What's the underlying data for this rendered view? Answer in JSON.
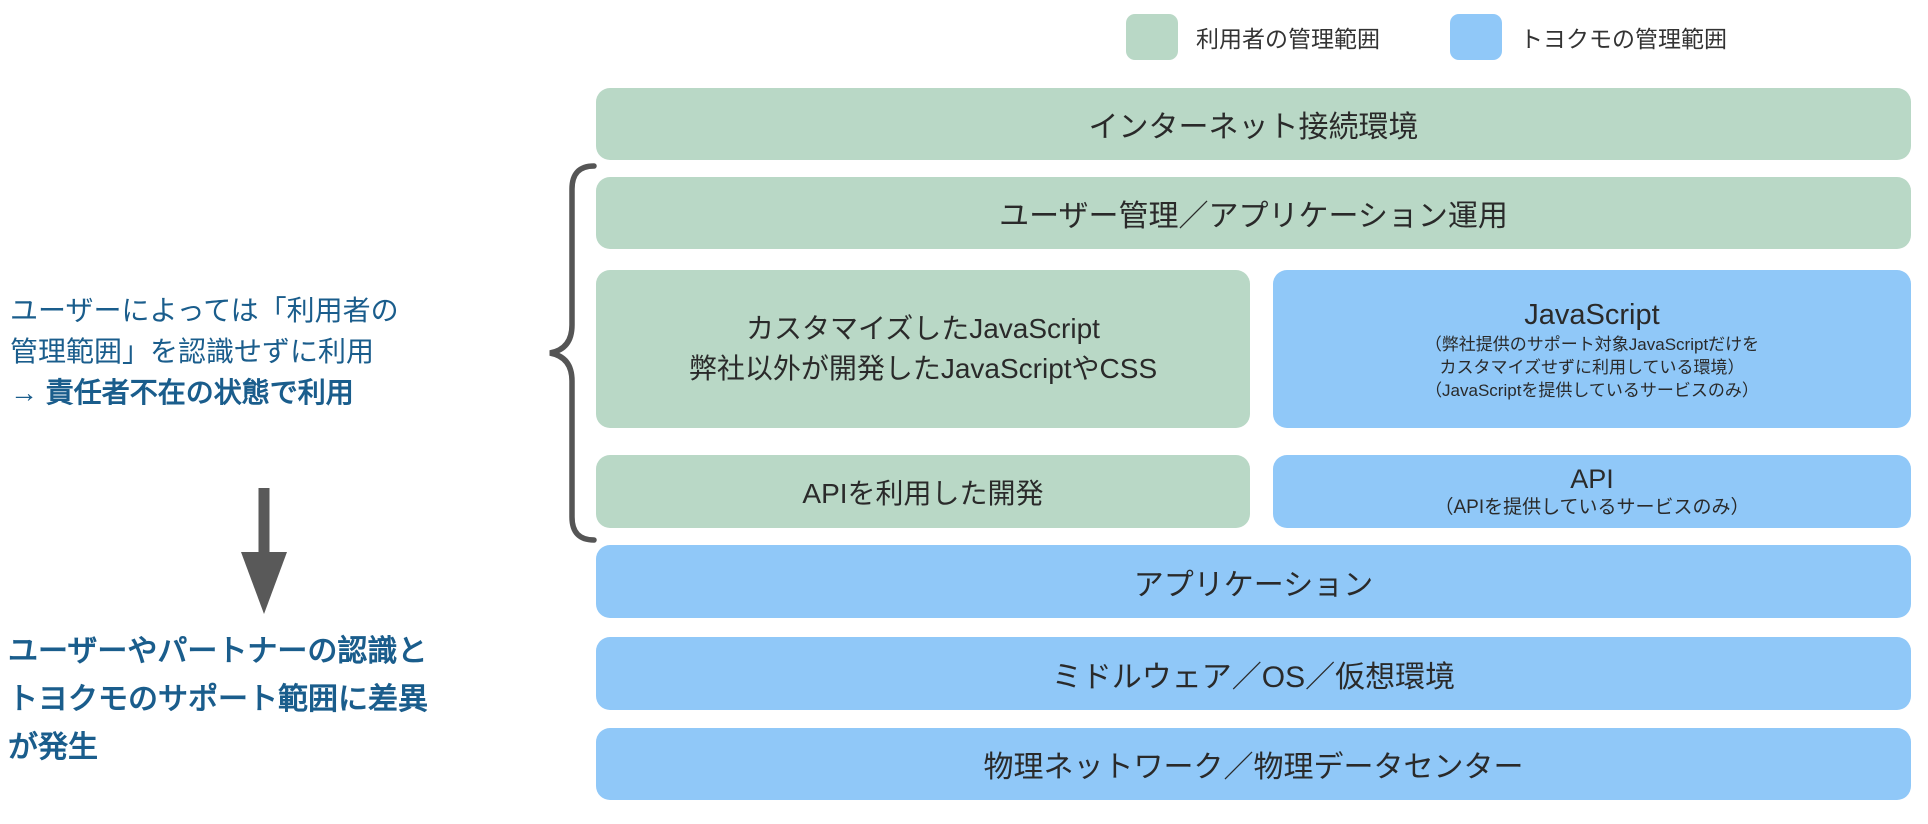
{
  "legend": {
    "items": [
      {
        "label": "利用者の管理範囲",
        "color": "#b9d8c6"
      },
      {
        "label": "トヨクモの管理範囲",
        "color": "#90c8f8"
      }
    ]
  },
  "stack": {
    "internet": "インターネット接続環境",
    "user_mgmt": "ユーザー管理／アプリケーション運用",
    "custom_js": {
      "line1": "カスタマイズしたJavaScript",
      "line2": "弊社以外が開発したJavaScriptやCSS"
    },
    "js": {
      "title": "JavaScript",
      "notes": [
        "（弊社提供のサポート対象JavaScriptだけを",
        "カスタマイズせずに利用している環境）",
        "（JavaScriptを提供しているサービスのみ）"
      ]
    },
    "api_dev": "APIを利用した開発",
    "api": {
      "title": "API",
      "note": "（APIを提供しているサービスのみ）"
    },
    "application": "アプリケーション",
    "middleware": "ミドルウェア／OS／仮想環境",
    "physical": "物理ネットワーク／物理データセンター"
  },
  "annotations": {
    "recognition": {
      "line1": "ユーザーによっては「利用者の",
      "line2": "管理範囲」を認識せずに利用",
      "line3": "→ 責任者不在の状態で利用"
    },
    "gap": {
      "line1": "ユーザーやパートナーの認識と",
      "line2": "トヨクモのサポート範囲に差異",
      "line3": "が発生"
    }
  },
  "colors": {
    "user_scope_green": "#b9d8c6",
    "toyokumo_scope_blue": "#90c8f8",
    "annotation_text": "#1a5d8c",
    "arrow_gray": "#595959",
    "brace_gray": "#555555"
  }
}
